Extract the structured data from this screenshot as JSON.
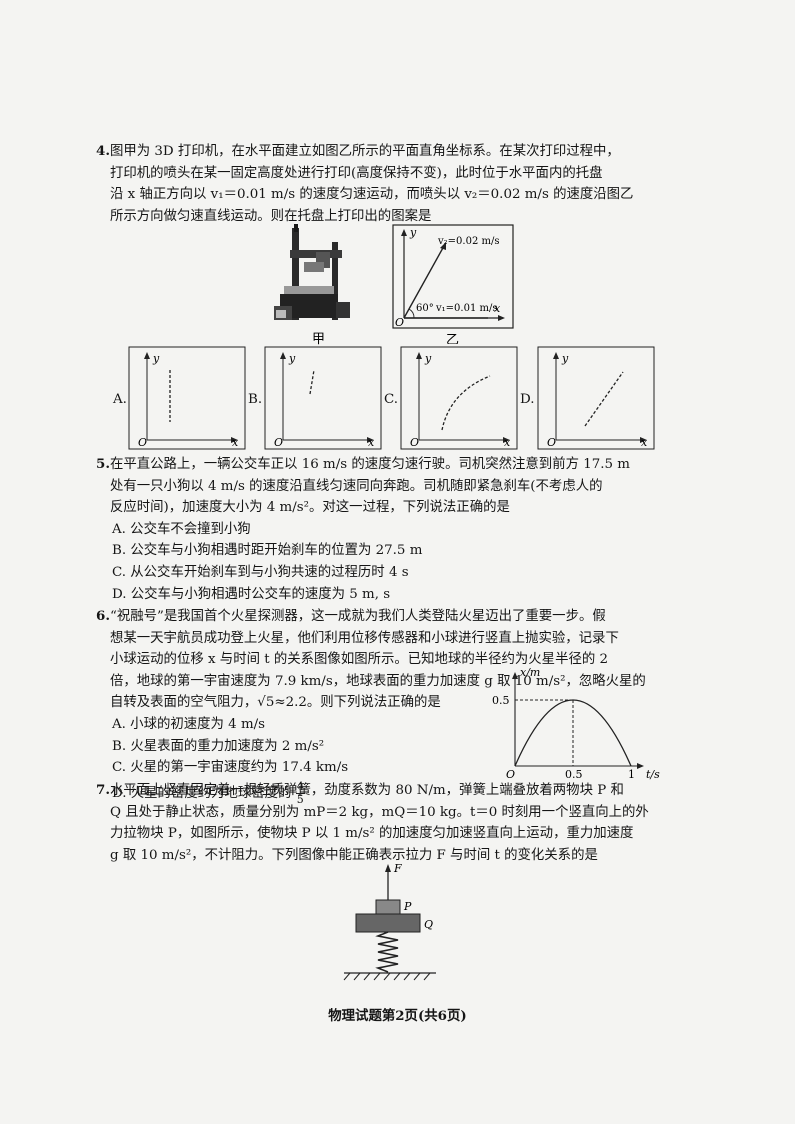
{
  "q4": {
    "num": "4.",
    "lines": [
      "图甲为 3D 打印机，在水平面建立如图乙所示的平面直角坐标系。在某次打印过程中，",
      "打印机的喷头在某一固定高度处进行打印(高度保持不变)，此时位于水平面内的托盘",
      "沿 x 轴正方向以 v₁＝0.01 m/s 的速度匀速运动，而喷头以 v₂＝0.02 m/s 的速度沿图乙",
      "所示方向做匀速直线运动。则在托盘上打印出的图案是"
    ],
    "fig_jia": "甲",
    "fig_yi": "乙",
    "v2_label": "v₂=0.02 m/s",
    "v1_label": "v₁=0.01 m/s",
    "angle": "60°",
    "axis_y": "y",
    "axis_x": "x",
    "origin": "O",
    "options": [
      "A.",
      "B.",
      "C.",
      "D."
    ]
  },
  "q5": {
    "num": "5.",
    "lines": [
      "在平直公路上，一辆公交车正以 16 m/s 的速度匀速行驶。司机突然注意到前方 17.5 m",
      "处有一只小狗以 4 m/s 的速度沿直线匀速同向奔跑。司机随即紧急刹车(不考虑人的",
      "反应时间)，加速度大小为 4 m/s²。对这一过程，下列说法正确的是"
    ],
    "options": [
      "A. 公交车不会撞到小狗",
      "B. 公交车与小狗相遇时距开始刹车的位置为 27.5 m",
      "C. 从公交车开始刹车到与小狗共速的过程历时 4 s",
      "D. 公交车与小狗相遇时公交车的速度为 5 m, s"
    ]
  },
  "q6": {
    "num": "6.",
    "lines": [
      "“祝融号”是我国首个火星探测器，这一成就为我们人类登陆火星迈出了重要一步。假",
      "想某一天宇航员成功登上火星，他们利用位移传感器和小球进行竖直上抛实验，记录下",
      "小球运动的位移 x 与时间 t 的关系图像如图所示。已知地球的半径约为火星半径的 2",
      "倍，地球的第一宇宙速度为 7.9 km/s，地球表面的重力加速度 g 取 10 m/s²，忽略火星的",
      "自转及表面的空气阻力，√5≈2.2。则下列说法正确的是"
    ],
    "options": [
      "A. 小球的初速度为 4 m/s",
      "B. 火星表面的重力加速度为 2 m/s²",
      "C. 火星的第一宇宙速度约为 17.4 km/s",
      "D. 火星的密度约为地球密度的"
    ],
    "fraction_num": "4",
    "fraction_den": "5",
    "graph": {
      "ylabel": "x/m",
      "xlabel": "t/s",
      "y_tick": "0.5",
      "x_ticks": [
        "0.5",
        "1"
      ],
      "origin": "O"
    }
  },
  "q7": {
    "num": "7.",
    "lines": [
      "水平面上竖直固定着一根轻质弹簧，劲度系数为 80 N/m，弹簧上端叠放着两物块 P 和",
      "Q 且处于静止状态，质量分别为 mP＝2 kg，mQ＝10 kg。t＝0 时刻用一个竖直向上的外",
      "力拉物块 P，如图所示，使物块 P 以 1 m/s² 的加速度匀加速竖直向上运动，重力加速度",
      "g 取 10 m/s²，不计阻力。下列图像中能正确表示拉力 F 与时间 t 的变化关系的是"
    ],
    "label_F": "F",
    "label_P": "P",
    "label_Q": "Q"
  },
  "footer": "物理试题第2页(共6页)"
}
